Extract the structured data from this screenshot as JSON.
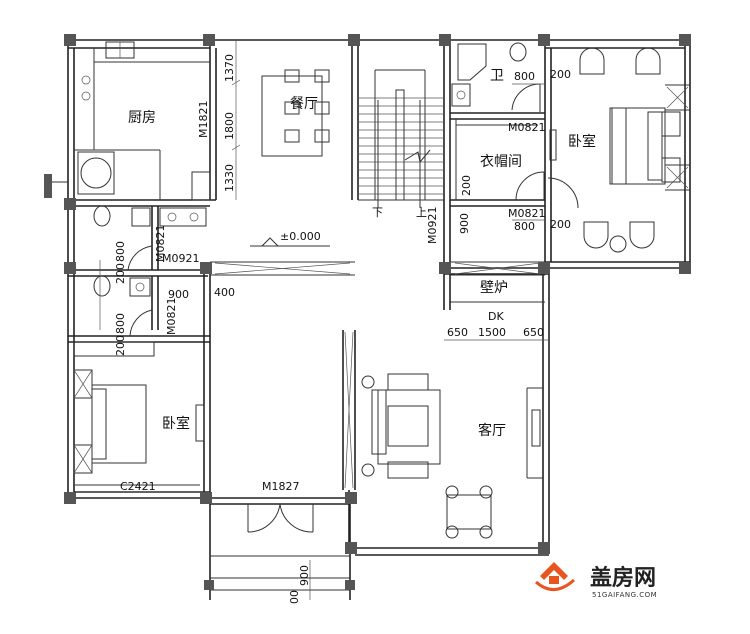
{
  "rooms": {
    "kitchen": "厨房",
    "dining": "餐厅",
    "bathroom": "卫",
    "closet": "衣帽间",
    "bedroom_right": "卧室",
    "bedroom_left": "卧室",
    "fireplace": "壁炉",
    "living": "客厅"
  },
  "labels": {
    "stair_down": "下",
    "stair_up": "上",
    "elevation": "±0.000",
    "dk": "DK"
  },
  "door_codes": {
    "m1821": "M1821",
    "m0821_a": "M0821",
    "m0821_b": "M0821",
    "m0921_a": "M0921",
    "m0921_b": "M0921",
    "m0821_c": "M0821",
    "m0821_d": "M0821",
    "m1827": "M1827",
    "c2421": "C2421"
  },
  "dimensions": {
    "d1370": "1370",
    "d1800": "1800",
    "d1330": "1330",
    "d800_top": "800",
    "d200_top": "200",
    "d200_closet": "200",
    "d900_stair": "900",
    "d800_mid": "800",
    "d200_mid": "200",
    "d800_wc1": "800",
    "d200_wc1": "200",
    "d900_wc": "900",
    "d400": "400",
    "d800_wc2": "800",
    "d200_wc2": "200",
    "d650_a": "650",
    "d1500": "1500",
    "d650_b": "650",
    "d900_bottom": "900",
    "d00_bottom": "00"
  },
  "logo": {
    "cn": "盖房网",
    "en": "51GAIFANG.COM",
    "accent_color": "#e8551e"
  }
}
